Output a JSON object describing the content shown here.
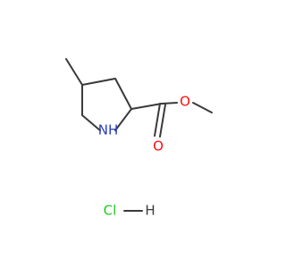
{
  "molecule": {
    "atoms": {
      "nitrogen_label": "NH",
      "carbonyl_oxygen_label": "O",
      "ester_oxygen_label": "O",
      "chlorine_label": "Cl",
      "hydrogen_label": "H"
    },
    "colors": {
      "bond": "#3a3a3a",
      "nitrogen": "#2a3dbf",
      "oxygen": "#ff0d0d",
      "chlorine": "#1fc71f",
      "hydrogen": "#3a3a3a"
    }
  }
}
